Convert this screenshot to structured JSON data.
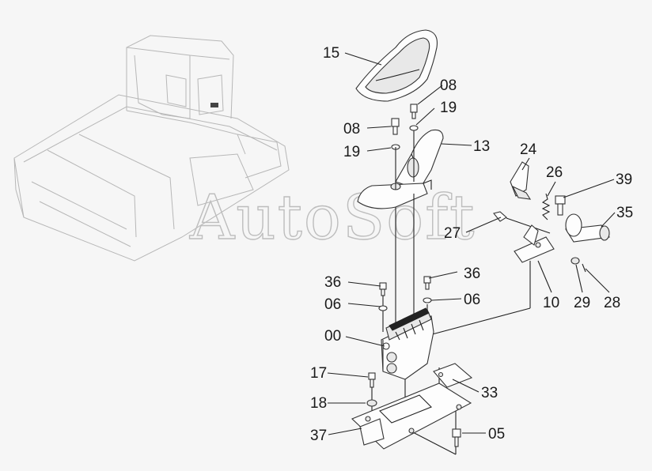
{
  "watermark": "AutoSoft",
  "part_labels": {
    "p15": "15",
    "p08a": "08",
    "p19a": "19",
    "p08b": "08",
    "p19b": "19",
    "p13": "13",
    "p24": "24",
    "p26": "26",
    "p39": "39",
    "p35": "35",
    "p27": "27",
    "p36a": "36",
    "p36b": "36",
    "p06a": "06",
    "p06b": "06",
    "p10": "10",
    "p29": "29",
    "p28": "28",
    "p00": "00",
    "p17": "17",
    "p33": "33",
    "p18": "18",
    "p37": "37",
    "p05": "05"
  }
}
